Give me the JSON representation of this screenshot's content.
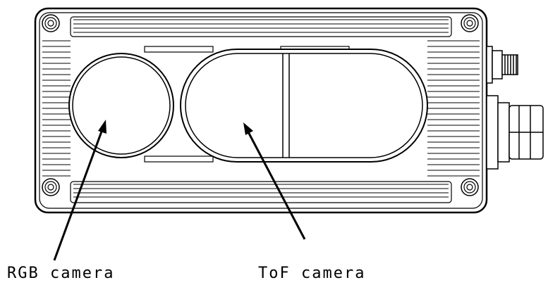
{
  "diagram": {
    "callouts": [
      {
        "id": "rgb",
        "label": "RGB camera"
      },
      {
        "id": "tof",
        "label": "ToF camera"
      }
    ]
  },
  "colors": {
    "line": "#000000",
    "background": "#ffffff"
  }
}
